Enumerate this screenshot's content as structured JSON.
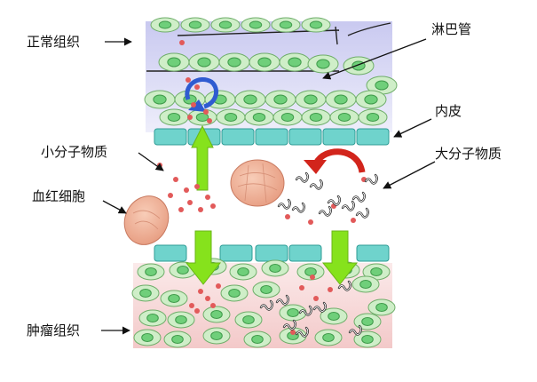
{
  "labels": {
    "normal_tissue": "正常组织",
    "lymph_vessel": "淋巴管",
    "endothelium": "内皮",
    "small_molecule": "小分子物质",
    "large_molecule": "大分子物质",
    "red_blood_cell": "血红细胞",
    "tumor_tissue": "肿瘤组织"
  },
  "colors": {
    "normal_bg": "#d6d6f2",
    "tumor_bg": "#f6d6d6",
    "cell_fill": "#cfeec8",
    "nucleus": "#6fcf7a",
    "endothelium": "#6fd3cc",
    "arrow_green": "#86e21c",
    "molecule_red": "#e25a5a",
    "rbc": "#f2b39a",
    "flow_arrow_blue": "#2f5bd1",
    "flow_arrow_red": "#d2251c"
  },
  "icons": {
    "lymph_return_arrow": "blue-curved-arrow-icon",
    "large_molecule_return_arrow": "red-curved-arrow-icon"
  }
}
